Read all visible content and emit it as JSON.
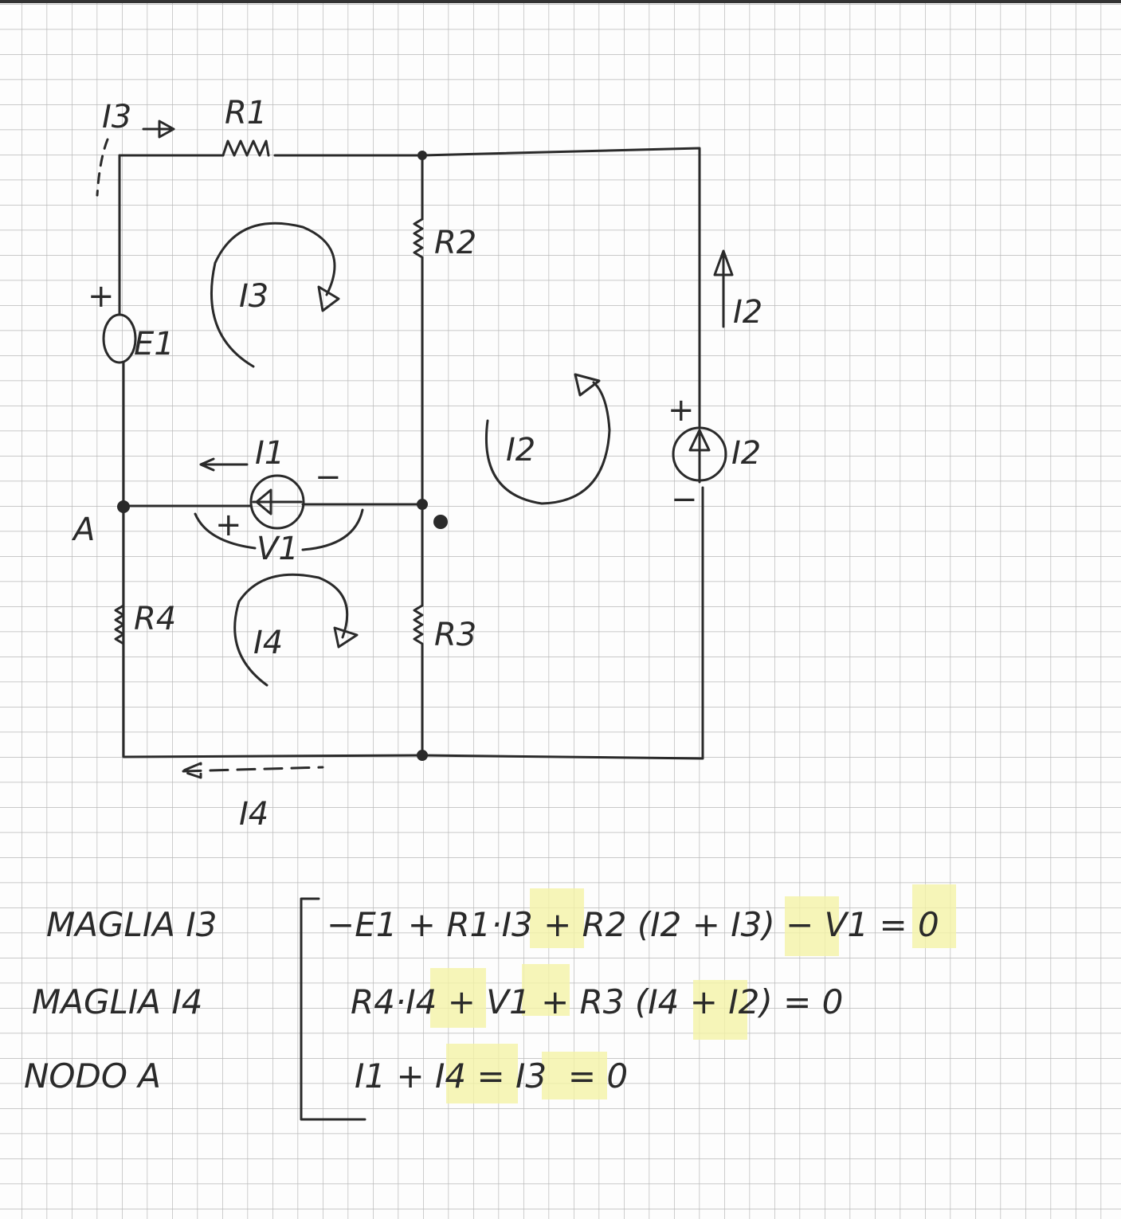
{
  "circuit": {
    "components": {
      "r1": "R1",
      "r2": "R2",
      "r3": "R3",
      "r4": "R4",
      "e1": "E1",
      "v1": "V1",
      "current_source_i1": "I1",
      "current_source_i2": "I2"
    },
    "currents": {
      "top_branch": "I3",
      "bottom_branch": "I4",
      "right_branch": "I2"
    },
    "meshes": {
      "upper_left": "I3",
      "lower_left": "I4",
      "right": "I2"
    },
    "node": "A",
    "signs": {
      "plus": "+",
      "minus": "−"
    }
  },
  "equations": {
    "rows": [
      {
        "label": "MAGLIA I3",
        "parts": [
          "−E1 + R1·",
          "I3",
          " + R2 (I2 + ",
          "I3",
          ") − ",
          "V1",
          " = 0"
        ]
      },
      {
        "label": "MAGLIA I4",
        "parts": [
          "R4·",
          "I4",
          " + ",
          "V1",
          " + R3 (",
          "I4",
          " + I2) = 0"
        ]
      },
      {
        "label": "NODO A",
        "parts": [
          "I1 + ",
          "I4",
          " = ",
          "I3",
          "  = 0"
        ]
      }
    ]
  },
  "colors": {
    "ink": "#2a2a2a",
    "grid": "#b8b8b8",
    "highlight": "#f4f3a6"
  }
}
